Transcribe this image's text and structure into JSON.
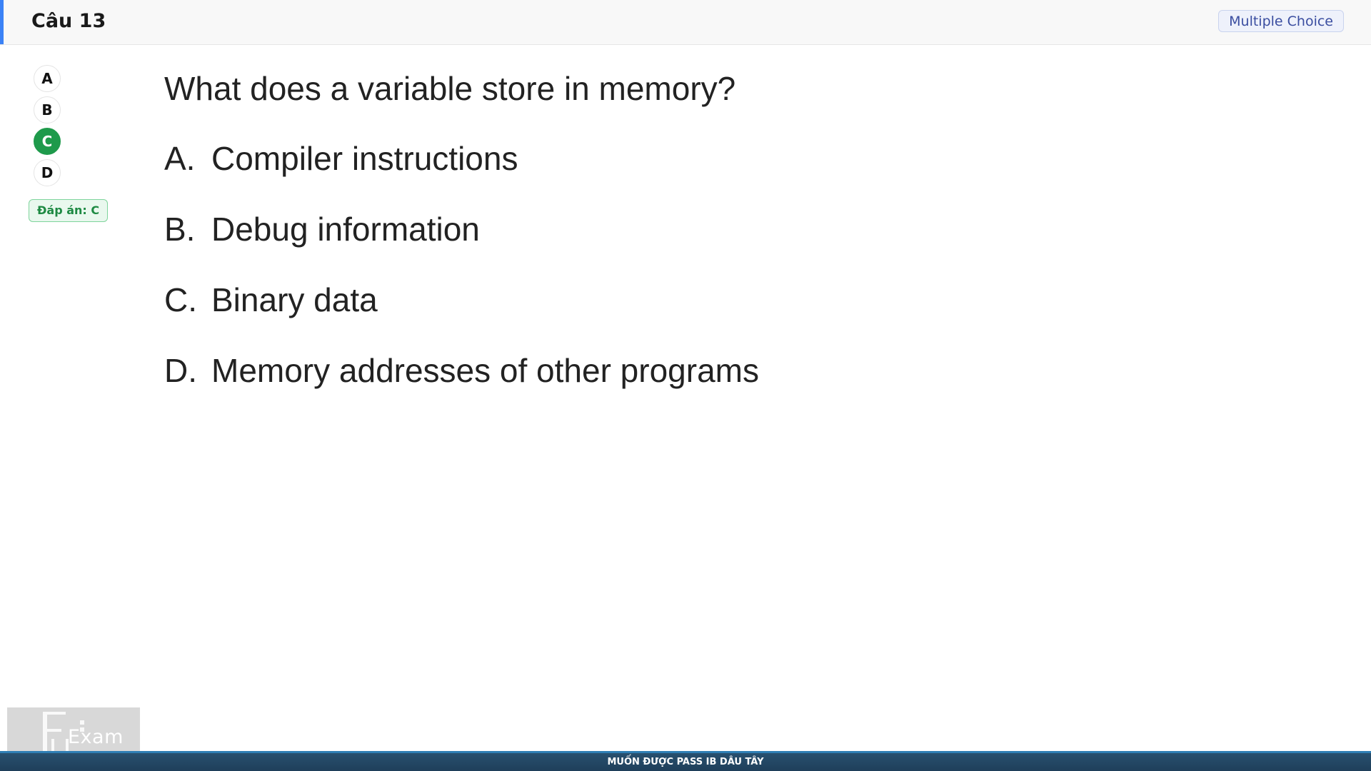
{
  "header": {
    "title": "Câu 13",
    "type_badge": "Multiple Choice",
    "accent_color": "#3b82f6"
  },
  "sidebar": {
    "options": [
      {
        "label": "A",
        "selected": false
      },
      {
        "label": "B",
        "selected": false
      },
      {
        "label": "C",
        "selected": true
      },
      {
        "label": "D",
        "selected": false
      }
    ],
    "answer_badge": "Đáp án: C",
    "selected_color": "#1e9a4b"
  },
  "question": {
    "text": "What does a variable store in memory?",
    "choices": [
      {
        "letter": "A.",
        "text": "Compiler instructions"
      },
      {
        "letter": "B.",
        "text": "Debug information"
      },
      {
        "letter": "C.",
        "text": "Binary data"
      },
      {
        "letter": "D.",
        "text": "Memory addresses of other programs"
      }
    ]
  },
  "logo": {
    "text": "Exam",
    "icon": "fu-exam-logo-icon"
  },
  "footer": {
    "banner": "MUỐN ĐƯỢC PASS IB DÂU TÂY"
  }
}
